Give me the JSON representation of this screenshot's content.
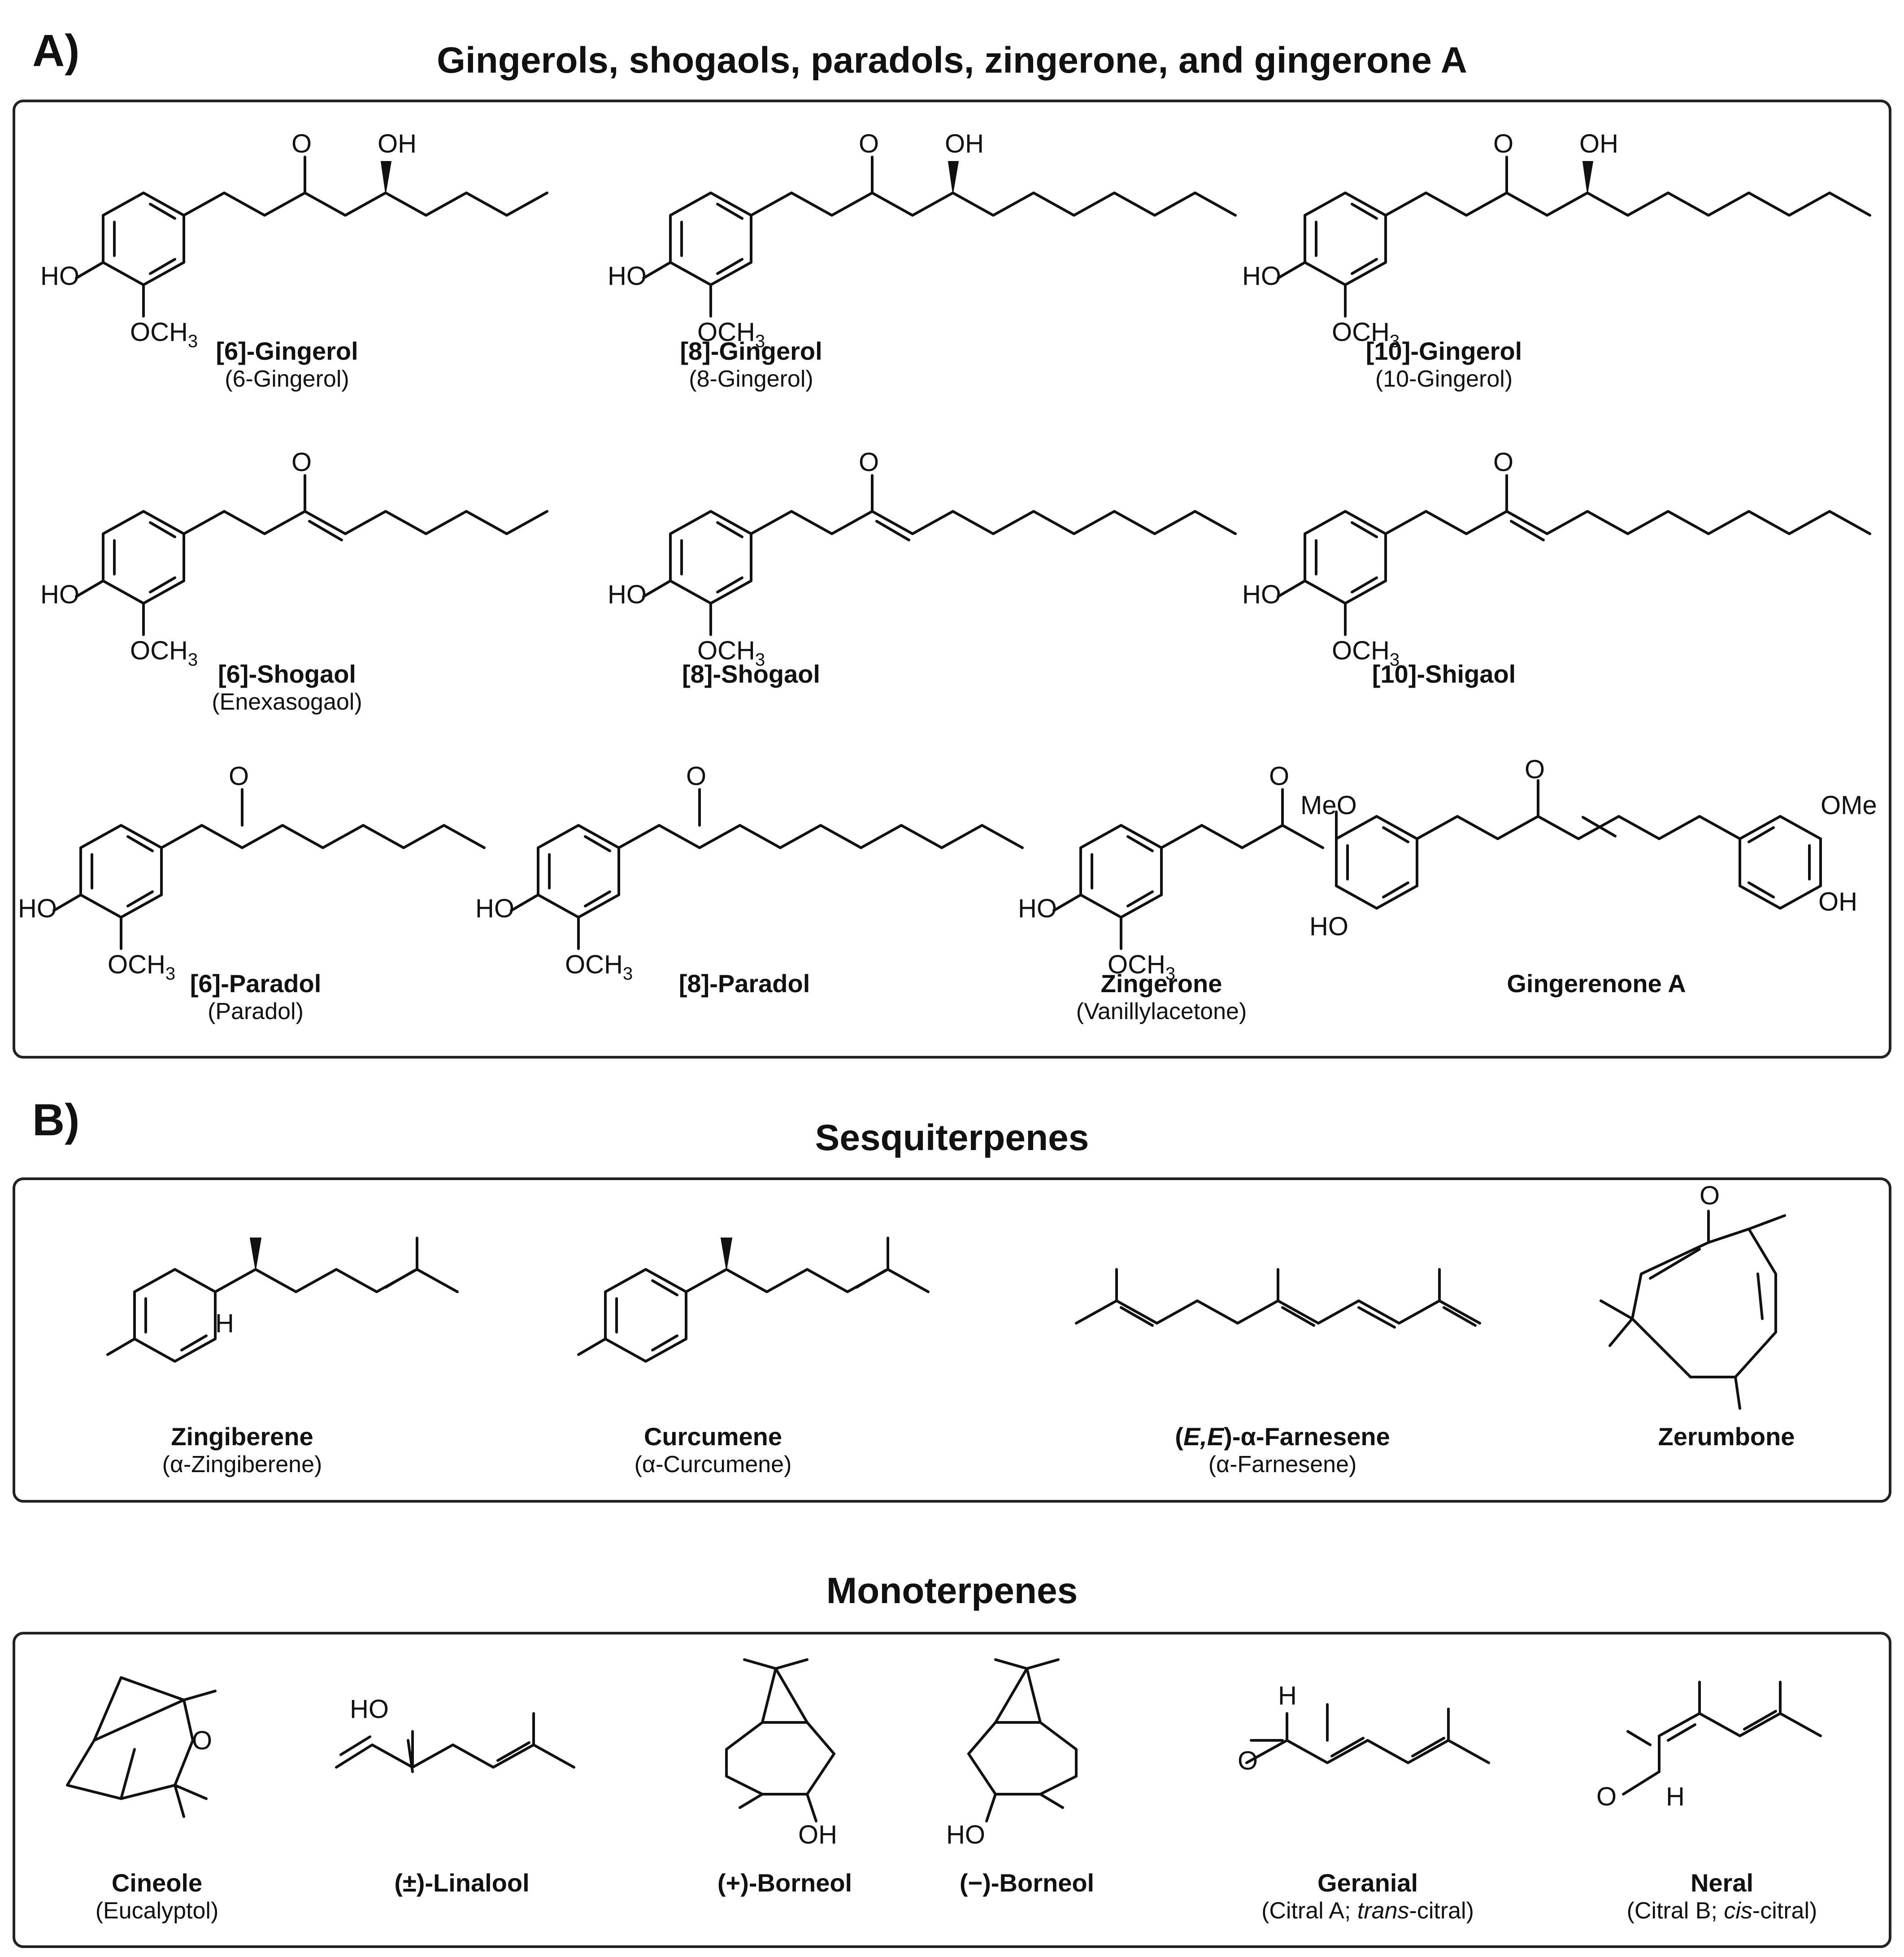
{
  "panel_a": {
    "letter": "A)",
    "title": "Gingerols, shogaols, paradols, zingerone, and gingerone A",
    "compounds": [
      {
        "name": "[6]-Gingerol",
        "alt": "(6-Gingerol)"
      },
      {
        "name": "[8]-Gingerol",
        "alt": "(8-Gingerol)"
      },
      {
        "name": "[10]-Gingerol",
        "alt": "(10-Gingerol)"
      },
      {
        "name": "[6]-Shogaol",
        "alt": "(Enexasogaol)"
      },
      {
        "name": "[8]-Shogaol",
        "alt": ""
      },
      {
        "name": "[10]-Shigaol",
        "alt": ""
      },
      {
        "name": "[6]-Paradol",
        "alt": "(Paradol)"
      },
      {
        "name": "[8]-Paradol",
        "alt": ""
      },
      {
        "name": "Zingerone",
        "alt": "(Vanillylacetone)"
      },
      {
        "name": "Gingerenone A",
        "alt": ""
      }
    ]
  },
  "panel_b": {
    "letter": "B)",
    "sesquiterpenes": {
      "title": "Sesquiterpenes",
      "compounds": [
        {
          "name": "Zingiberene",
          "alt": "(α-Zingiberene)"
        },
        {
          "name": "Curcumene",
          "alt": "(α-Curcumene)"
        },
        {
          "name_prefix": "(",
          "name_italic": "E,E",
          "name_suffix": ")-α-Farnesene",
          "alt": "(α-Farnesene)"
        },
        {
          "name": "Zerumbone",
          "alt": ""
        }
      ]
    },
    "monoterpenes": {
      "title": "Monoterpenes",
      "compounds": [
        {
          "name": "Cineole",
          "alt": "(Eucalyptol)"
        },
        {
          "name": "(±)-Linalool",
          "alt": ""
        },
        {
          "name": "(+)-Borneol",
          "alt": ""
        },
        {
          "name": "(−)-Borneol",
          "alt": ""
        },
        {
          "name": "Geranial",
          "alt_prefix": "(Citral A; ",
          "alt_italic": "trans",
          "alt_suffix": "-citral)"
        },
        {
          "name": "Neral",
          "alt_prefix": "(Citral B; ",
          "alt_italic": "cis",
          "alt_suffix": "-citral)"
        }
      ]
    }
  },
  "atoms": {
    "oh": "OH",
    "ho": "HO",
    "o": "O",
    "h": "H",
    "och3_main": "OCH",
    "och3_sub": "3",
    "meo": "MeO",
    "ome": "OMe"
  }
}
